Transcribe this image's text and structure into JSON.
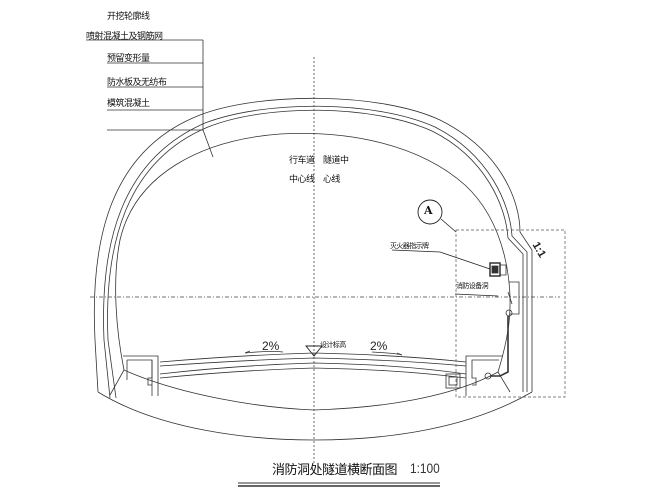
{
  "drawing": {
    "title": "消防洞处隧道横断面图",
    "scale": "1:100",
    "layer_labels": [
      "开挖轮廓线",
      "喷射混凝土及钢筋网",
      "预留变形量",
      "防水板及无纺布",
      "模筑混凝土"
    ],
    "centerline_labels": {
      "roadway_line1": "行车道",
      "roadway_line2": "中心线",
      "tunnel_line1": "隧道中",
      "tunnel_line2": "心线"
    },
    "detail_marker": "A",
    "slope_ratio": "1:1",
    "equipment_labels": {
      "extinguisher_sign": "灭火器指示牌",
      "fire_cabinet": "消防设备洞"
    },
    "elevation_label": "设计标高",
    "cross_slope_left": "2%",
    "cross_slope_right": "2%"
  }
}
